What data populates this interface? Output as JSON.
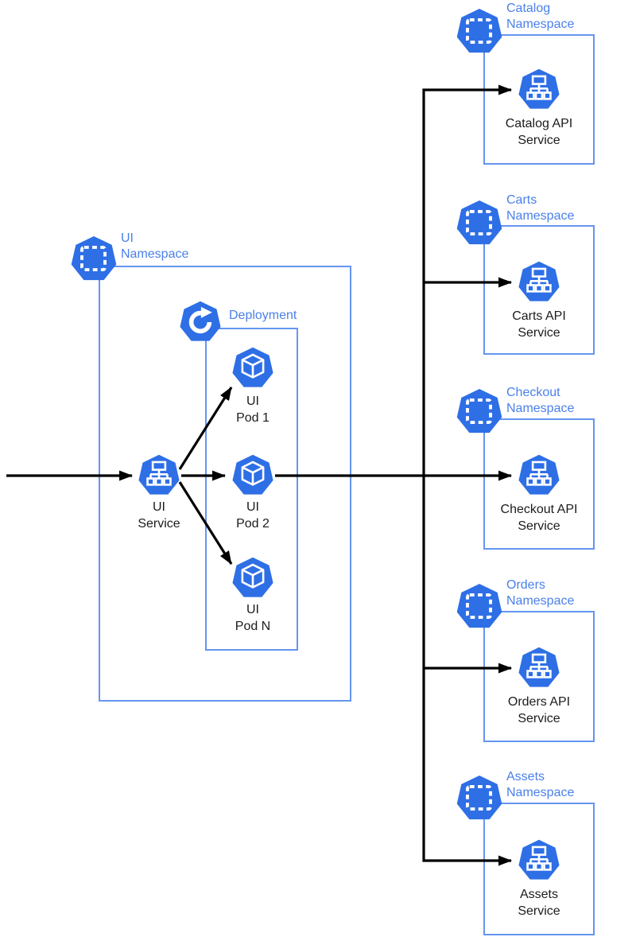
{
  "colors": {
    "k8s_blue": "#2e6fe6",
    "box_border": "#6595f0",
    "label_blue": "#4a80ea",
    "arrow_black": "#000000",
    "text_black": "#1c1c1c",
    "glyph_white": "#ffffff"
  },
  "icons": {
    "namespace": "namespace-icon",
    "service": "service-icon",
    "pod": "pod-icon",
    "deployment": "deployment-icon"
  },
  "left": {
    "ui_namespace_label": "UI\nNamespace",
    "deployment_label": "Deployment",
    "ui_service_label": "UI\nService",
    "pods": [
      {
        "label": "UI\nPod 1"
      },
      {
        "label": "UI\nPod 2"
      },
      {
        "label": "UI\nPod N"
      }
    ]
  },
  "right_namespaces": [
    {
      "name_label": "Catalog\nNamespace",
      "service_label": "Catalog API\nService"
    },
    {
      "name_label": "Carts\nNamespace",
      "service_label": "Carts API\nService"
    },
    {
      "name_label": "Checkout\nNamespace",
      "service_label": "Checkout API\nService"
    },
    {
      "name_label": "Orders\nNamespace",
      "service_label": "Orders API\nService"
    },
    {
      "name_label": "Assets\nNamespace",
      "service_label": "Assets\nService"
    }
  ]
}
